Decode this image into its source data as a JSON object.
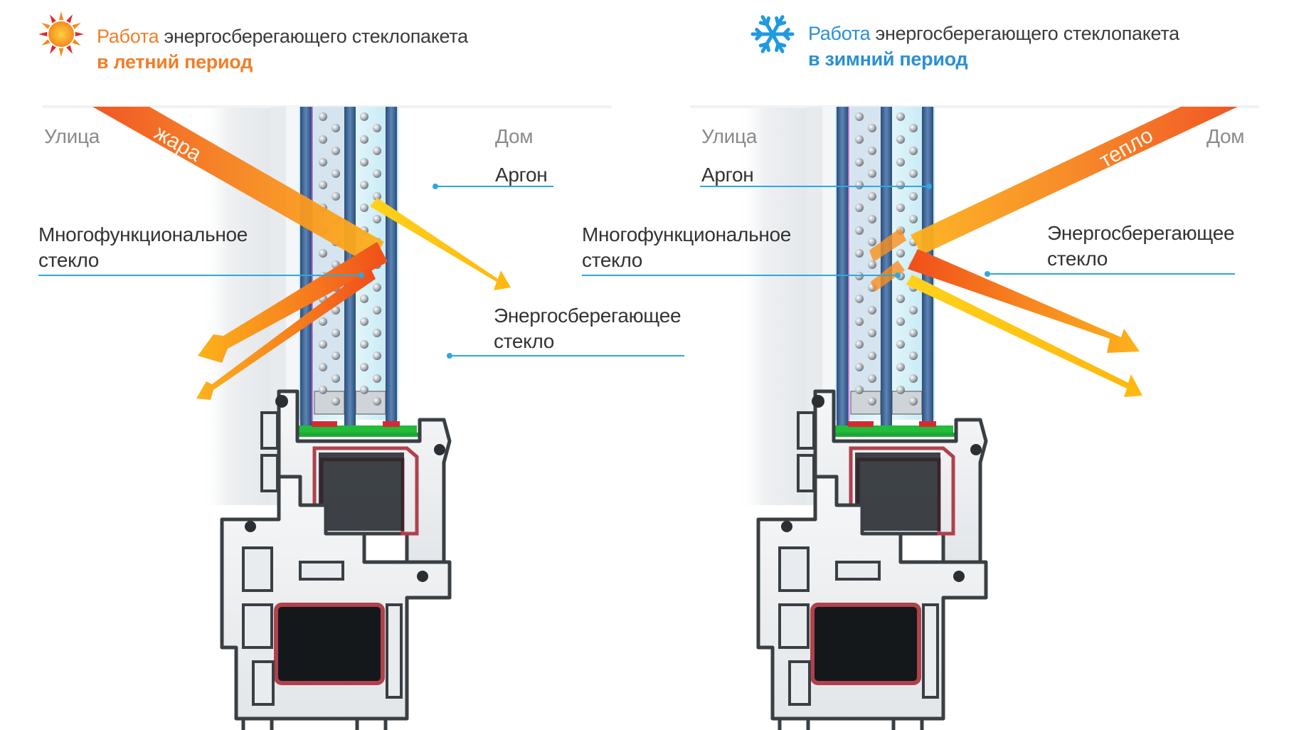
{
  "colors": {
    "summer_accent": "#f07f2a",
    "winter_accent": "#2a8fd8",
    "heat_arrow": "#f06a1c",
    "light_arrow": "#ffc40f",
    "leader_line": "#2fa8e0",
    "frame_outline": "#3a3f44",
    "seal_green": "#22bb3a",
    "seal_red": "#d62a33",
    "reinforcement": "#b0414d"
  },
  "icons": {
    "summer": "sun-icon",
    "winter": "snowflake-icon"
  },
  "summer": {
    "title_accent": "Работа",
    "title_rest": " энергосберегающего стеклопакета",
    "title_period": "в летний период",
    "label_street": "Улица",
    "label_home": "Дом",
    "label_argon": "Аргон",
    "label_multi_1": "Многофункциональное",
    "label_multi_2": "стекло",
    "label_energy_1": "Энергосберегающее",
    "label_energy_2": "стекло",
    "arrow_word": "жара"
  },
  "winter": {
    "title_accent": "Работа",
    "title_rest": " энергосберегающего стеклопакета",
    "title_period": "в зимний период",
    "label_street": "Улица",
    "label_home": "Дом",
    "label_argon": "Аргон",
    "label_multi_1": "Многофункциональное",
    "label_multi_2": "стекло",
    "label_energy_1": "Энергосберегающее",
    "label_energy_2": "стекло",
    "arrow_word": "тепло"
  }
}
